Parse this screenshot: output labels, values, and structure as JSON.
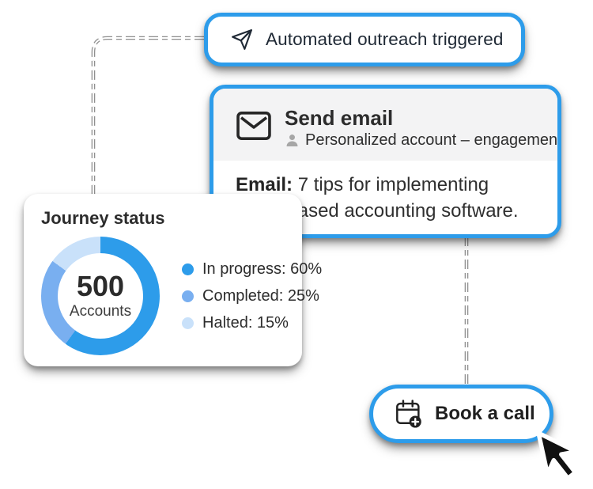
{
  "colors": {
    "accent": "#2D9CEA",
    "pill_text": "#202A36",
    "dark_text": "#2C2C2C",
    "header_bg": "#F3F3F4",
    "connector": "#8F8F8F",
    "icon_gray": "#A6A6A6"
  },
  "outreach_pill": {
    "label": "Automated outreach triggered",
    "icon": "send-icon"
  },
  "email_card": {
    "icon": "envelope-icon",
    "title": "Send email",
    "subtitle_icon": "person-icon",
    "subtitle": "Personalized account – engagement",
    "body_label": "Email:",
    "body_text": " 7 tips for implementing cloud-based accounting software."
  },
  "journey_card": {
    "title": "Journey status",
    "center_value": "500",
    "center_label": "Accounts",
    "legend": [
      {
        "label": "In progress: 60%",
        "color": "#2D9CEA"
      },
      {
        "label": "Completed: 25%",
        "color": "#79AFF0"
      },
      {
        "label": "Halted: 15%",
        "color": "#C9E1FA"
      }
    ]
  },
  "chart_data": {
    "type": "pie",
    "title": "Journey status",
    "categories": [
      "In progress",
      "Completed",
      "Halted"
    ],
    "values": [
      60,
      25,
      15
    ],
    "unit": "%",
    "colors": [
      "#2D9CEA",
      "#79AFF0",
      "#C9E1FA"
    ],
    "center_value": "500",
    "center_label": "Accounts",
    "legend_position": "right",
    "donut": true
  },
  "book_call_pill": {
    "label": "Book a call",
    "icon": "calendar-add-icon"
  }
}
